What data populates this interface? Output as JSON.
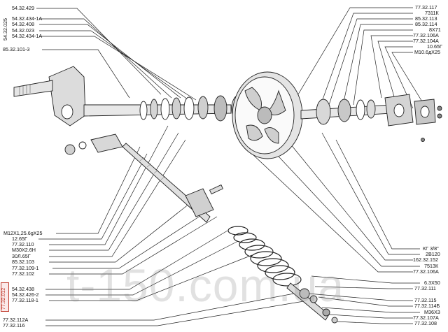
{
  "labels_top_left": [
    "54.32.429",
    "54.32.434-1А",
    "54.32.408",
    "54.32.023",
    "54.32.434-1А",
    "85.32.101-3"
  ],
  "vertical_label": "54.32.025",
  "labels_top_right": [
    "77.32.117",
    "7311К",
    "85.32.113",
    "85.32.114",
    "8Х71",
    "77.32.106А",
    "77.32.104А",
    "10.65Г",
    "М10.6дХ25"
  ],
  "labels_bottom_left": [
    "М12Х1,25.6gХ25",
    "12.65Г",
    "77.32.110",
    "М30Х2.6Н",
    "30Л.65Г",
    "85.32.103",
    "77.32.109-1",
    "77.32.102"
  ],
  "labels_bottom_left_group": [
    "54.32.438",
    "54.32.426-2",
    "77.32.118-1"
  ],
  "group_code": "77.32.012",
  "labels_bottom_left_end": [
    "77.32.112А",
    "77.32.116"
  ],
  "labels_bottom_right": [
    "КГ 3/8\"",
    "2В120",
    "162.32.152",
    "7513К",
    "77.32.106А",
    "6.3Х50",
    "77.32.111",
    "77.32.115",
    "77.32.114Б",
    "М36Х3",
    "77.32.107А",
    "77.32.108"
  ],
  "watermark": "t-150.com.ua"
}
